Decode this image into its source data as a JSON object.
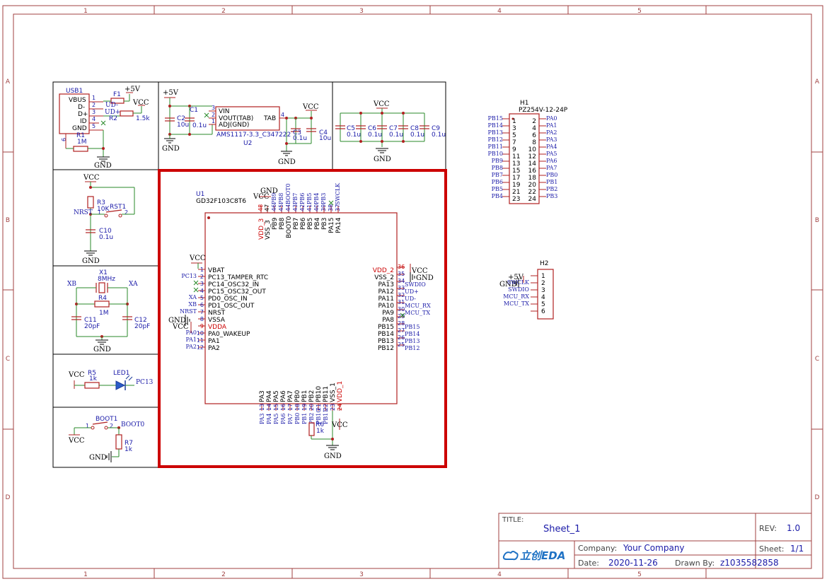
{
  "frame": {
    "cols": [
      "1",
      "2",
      "3",
      "4",
      "5"
    ],
    "rows": [
      "A",
      "B",
      "C",
      "D"
    ]
  },
  "title_block": {
    "title_label": "TITLE:",
    "title": "Sheet_1",
    "rev_label": "REV:",
    "rev": "1.0",
    "company_label": "Company:",
    "company": "Your Company",
    "sheet_label": "Sheet:",
    "sheet": "1/1",
    "date_label": "Date:",
    "date": "2020-11-26",
    "drawn_label": "Drawn By:",
    "drawn": "z1035582858",
    "logo": "立创EDA"
  },
  "usb": {
    "ref": "USB1",
    "pins": [
      "VBUS",
      "D-",
      "D+",
      "ID",
      "GND"
    ],
    "nums": [
      "1",
      "2",
      "3",
      "4",
      "5",
      "6"
    ],
    "fuse": "F1",
    "plus5v": "+5V",
    "vcc": "VCC",
    "udp": "UD+",
    "udm": "UD-",
    "r2": "R2",
    "r2v": "1.5k",
    "r1": "R1",
    "r1v": "1M",
    "gnd": "GND"
  },
  "ldo": {
    "plus5v": "+5V",
    "c1": "C1",
    "c1v": "0.1u",
    "c2": "C2",
    "c2v": "10u",
    "pin_vin": "VIN",
    "pin_vout": "VOUT(TAB)",
    "pin_adj": "ADJ(GND)",
    "pin_tab": "TAB",
    "n3": "3",
    "n2": "2",
    "n1": "1",
    "n4": "4",
    "part": "AMS1117-3.3_C347222",
    "ref": "U2",
    "vcc": "VCC",
    "c3": "C3",
    "c3v": "0.1u",
    "c4": "C4",
    "c4v": "10u",
    "gnd": "GND"
  },
  "decoup": {
    "vcc": "VCC",
    "caps": [
      {
        "ref": "C5",
        "val": "0.1u"
      },
      {
        "ref": "C6",
        "val": "0.1u"
      },
      {
        "ref": "C7",
        "val": "0.1u"
      },
      {
        "ref": "C8",
        "val": "0.1u"
      },
      {
        "ref": "C9",
        "val": "0.1u"
      }
    ],
    "gnd": "GND"
  },
  "reset": {
    "vcc": "VCC",
    "r3": "R3",
    "r3v": "10K",
    "nrst": "NRST",
    "sw": "RST1",
    "n1": "1",
    "n2": "2",
    "c10": "C10",
    "c10v": "0.1u",
    "gnd": "GND"
  },
  "crystal": {
    "x1": "X1",
    "freq": "8MHz",
    "xb": "XB",
    "xa": "XA",
    "r4": "R4",
    "r4v": "1M",
    "c11": "C11",
    "c11v": "20pF",
    "c12": "C12",
    "c12v": "20pF",
    "gnd": "GND"
  },
  "led": {
    "vcc": "VCC",
    "r5": "R5",
    "r5v": "1k",
    "led": "LED1",
    "net": "PC13"
  },
  "boot": {
    "sw": "BOOT1",
    "n1": "1",
    "n2": "2",
    "net": "BOOT0",
    "vcc": "VCC",
    "r7": "R7",
    "r7v": "1k",
    "gnd": "GND"
  },
  "mcu": {
    "ref": "U1",
    "part": "GD32F103C8T6",
    "top_vcc": "VCC",
    "top_gnd": "GND",
    "top_pins": [
      {
        "num": "48",
        "name": "VDD_3",
        "net": ""
      },
      {
        "num": "47",
        "name": "VSS_3",
        "net": ""
      },
      {
        "num": "46",
        "name": "PB9",
        "net": "PB9"
      },
      {
        "num": "45",
        "name": "PB8",
        "net": "PB8"
      },
      {
        "num": "44",
        "name": "BOOT0",
        "net": "BOOT0"
      },
      {
        "num": "43",
        "name": "PB7",
        "net": "PB7"
      },
      {
        "num": "42",
        "name": "PB6",
        "net": "PB6"
      },
      {
        "num": "41",
        "name": "PB5",
        "net": "PB5"
      },
      {
        "num": "40",
        "name": "PB4",
        "net": "PB4"
      },
      {
        "num": "39",
        "name": "PB3",
        "net": "PB3"
      },
      {
        "num": "38",
        "name": "PA15",
        "net": ""
      },
      {
        "num": "37",
        "name": "PA14",
        "net": "SWCLK"
      }
    ],
    "left_pins": [
      {
        "num": "1",
        "name": "VBAT",
        "net": "VCC"
      },
      {
        "num": "2",
        "name": "PC13_TAMPER_RTC",
        "net": "PC13"
      },
      {
        "num": "3",
        "name": "PC14_OSC32_IN",
        "net": ""
      },
      {
        "num": "4",
        "name": "PC15_OSC32_OUT",
        "net": ""
      },
      {
        "num": "5",
        "name": "PD0_OSC_IN",
        "net": "XA"
      },
      {
        "num": "6",
        "name": "PD1_OSC_OUT",
        "net": "XB"
      },
      {
        "num": "7",
        "name": "NRST",
        "net": "NRST"
      },
      {
        "num": "8",
        "name": "VSSA",
        "net": "GND"
      },
      {
        "num": "9",
        "name": "VDDA",
        "net": "VCC"
      },
      {
        "num": "10",
        "name": "PA0_WAKEUP",
        "net": "PA0"
      },
      {
        "num": "11",
        "name": "PA1",
        "net": "PA1"
      },
      {
        "num": "12",
        "name": "PA2",
        "net": "PA2"
      }
    ],
    "right_pins": [
      {
        "num": "36",
        "name": "VDD_2",
        "net": "VCC"
      },
      {
        "num": "35",
        "name": "VSS_2",
        "net": "GND"
      },
      {
        "num": "34",
        "name": "PA13",
        "net": "SWDIO"
      },
      {
        "num": "33",
        "name": "PA12",
        "net": "UD+"
      },
      {
        "num": "32",
        "name": "PA11",
        "net": "UD-"
      },
      {
        "num": "31",
        "name": "PA10",
        "net": "MCU_RX"
      },
      {
        "num": "30",
        "name": "PA9",
        "net": "MCU_TX"
      },
      {
        "num": "29",
        "name": "PA8",
        "net": ""
      },
      {
        "num": "28",
        "name": "PB15",
        "net": "PB15"
      },
      {
        "num": "27",
        "name": "PB14",
        "net": "PB14"
      },
      {
        "num": "26",
        "name": "PB13",
        "net": "PB13"
      },
      {
        "num": "25",
        "name": "PB12",
        "net": "PB12"
      }
    ],
    "bottom_pins": [
      {
        "num": "13",
        "name": "PA3",
        "net": "PA3"
      },
      {
        "num": "14",
        "name": "PA4",
        "net": "PA4"
      },
      {
        "num": "15",
        "name": "PA5",
        "net": "PA5"
      },
      {
        "num": "16",
        "name": "PA6",
        "net": "PA6"
      },
      {
        "num": "17",
        "name": "PA7",
        "net": "PA7"
      },
      {
        "num": "18",
        "name": "PB0",
        "net": "PB0"
      },
      {
        "num": "19",
        "name": "PB1",
        "net": "PB1"
      },
      {
        "num": "20",
        "name": "PB2",
        "net": "PB2"
      },
      {
        "num": "21",
        "name": "PB10",
        "net": "PB10"
      },
      {
        "num": "22",
        "name": "PB11",
        "net": "PB11"
      },
      {
        "num": "23",
        "name": "VSS_1",
        "net": ""
      },
      {
        "num": "24",
        "name": "VDD_1",
        "net": "VCC"
      }
    ],
    "r6": "R6",
    "r6v": "1k",
    "gnd": "GND"
  },
  "h1": {
    "ref": "H1",
    "part": "PZ254V-12-24P",
    "rows": [
      {
        "l": "PB15",
        "ln": "1",
        "rn": "2",
        "r": "PA0"
      },
      {
        "l": "PB14",
        "ln": "3",
        "rn": "4",
        "r": "PA1"
      },
      {
        "l": "PB13",
        "ln": "5",
        "rn": "6",
        "r": "PA2"
      },
      {
        "l": "PB12",
        "ln": "7",
        "rn": "8",
        "r": "PA3"
      },
      {
        "l": "PB11",
        "ln": "9",
        "rn": "10",
        "r": "PA4"
      },
      {
        "l": "PB10",
        "ln": "11",
        "rn": "12",
        "r": "PA5"
      },
      {
        "l": "PB9",
        "ln": "13",
        "rn": "14",
        "r": "PA6"
      },
      {
        "l": "PB8",
        "ln": "15",
        "rn": "16",
        "r": "PA7"
      },
      {
        "l": "PB7",
        "ln": "17",
        "rn": "18",
        "r": "PB0"
      },
      {
        "l": "PB6",
        "ln": "19",
        "rn": "20",
        "r": "PB1"
      },
      {
        "l": "PB5",
        "ln": "21",
        "rn": "22",
        "r": "PB2"
      },
      {
        "l": "PB4",
        "ln": "23",
        "rn": "24",
        "r": "PB3"
      }
    ]
  },
  "h2": {
    "ref": "H2",
    "plus5v": "+5V",
    "gnd": "GND",
    "rows": [
      {
        "net": "",
        "num": "1"
      },
      {
        "net": "SWCLK",
        "num": "2"
      },
      {
        "net": "SWDIO",
        "num": "3"
      },
      {
        "net": "MCU_RX",
        "num": "4"
      },
      {
        "net": "MCU_TX",
        "num": "5"
      },
      {
        "net": "",
        "num": "6"
      }
    ]
  }
}
